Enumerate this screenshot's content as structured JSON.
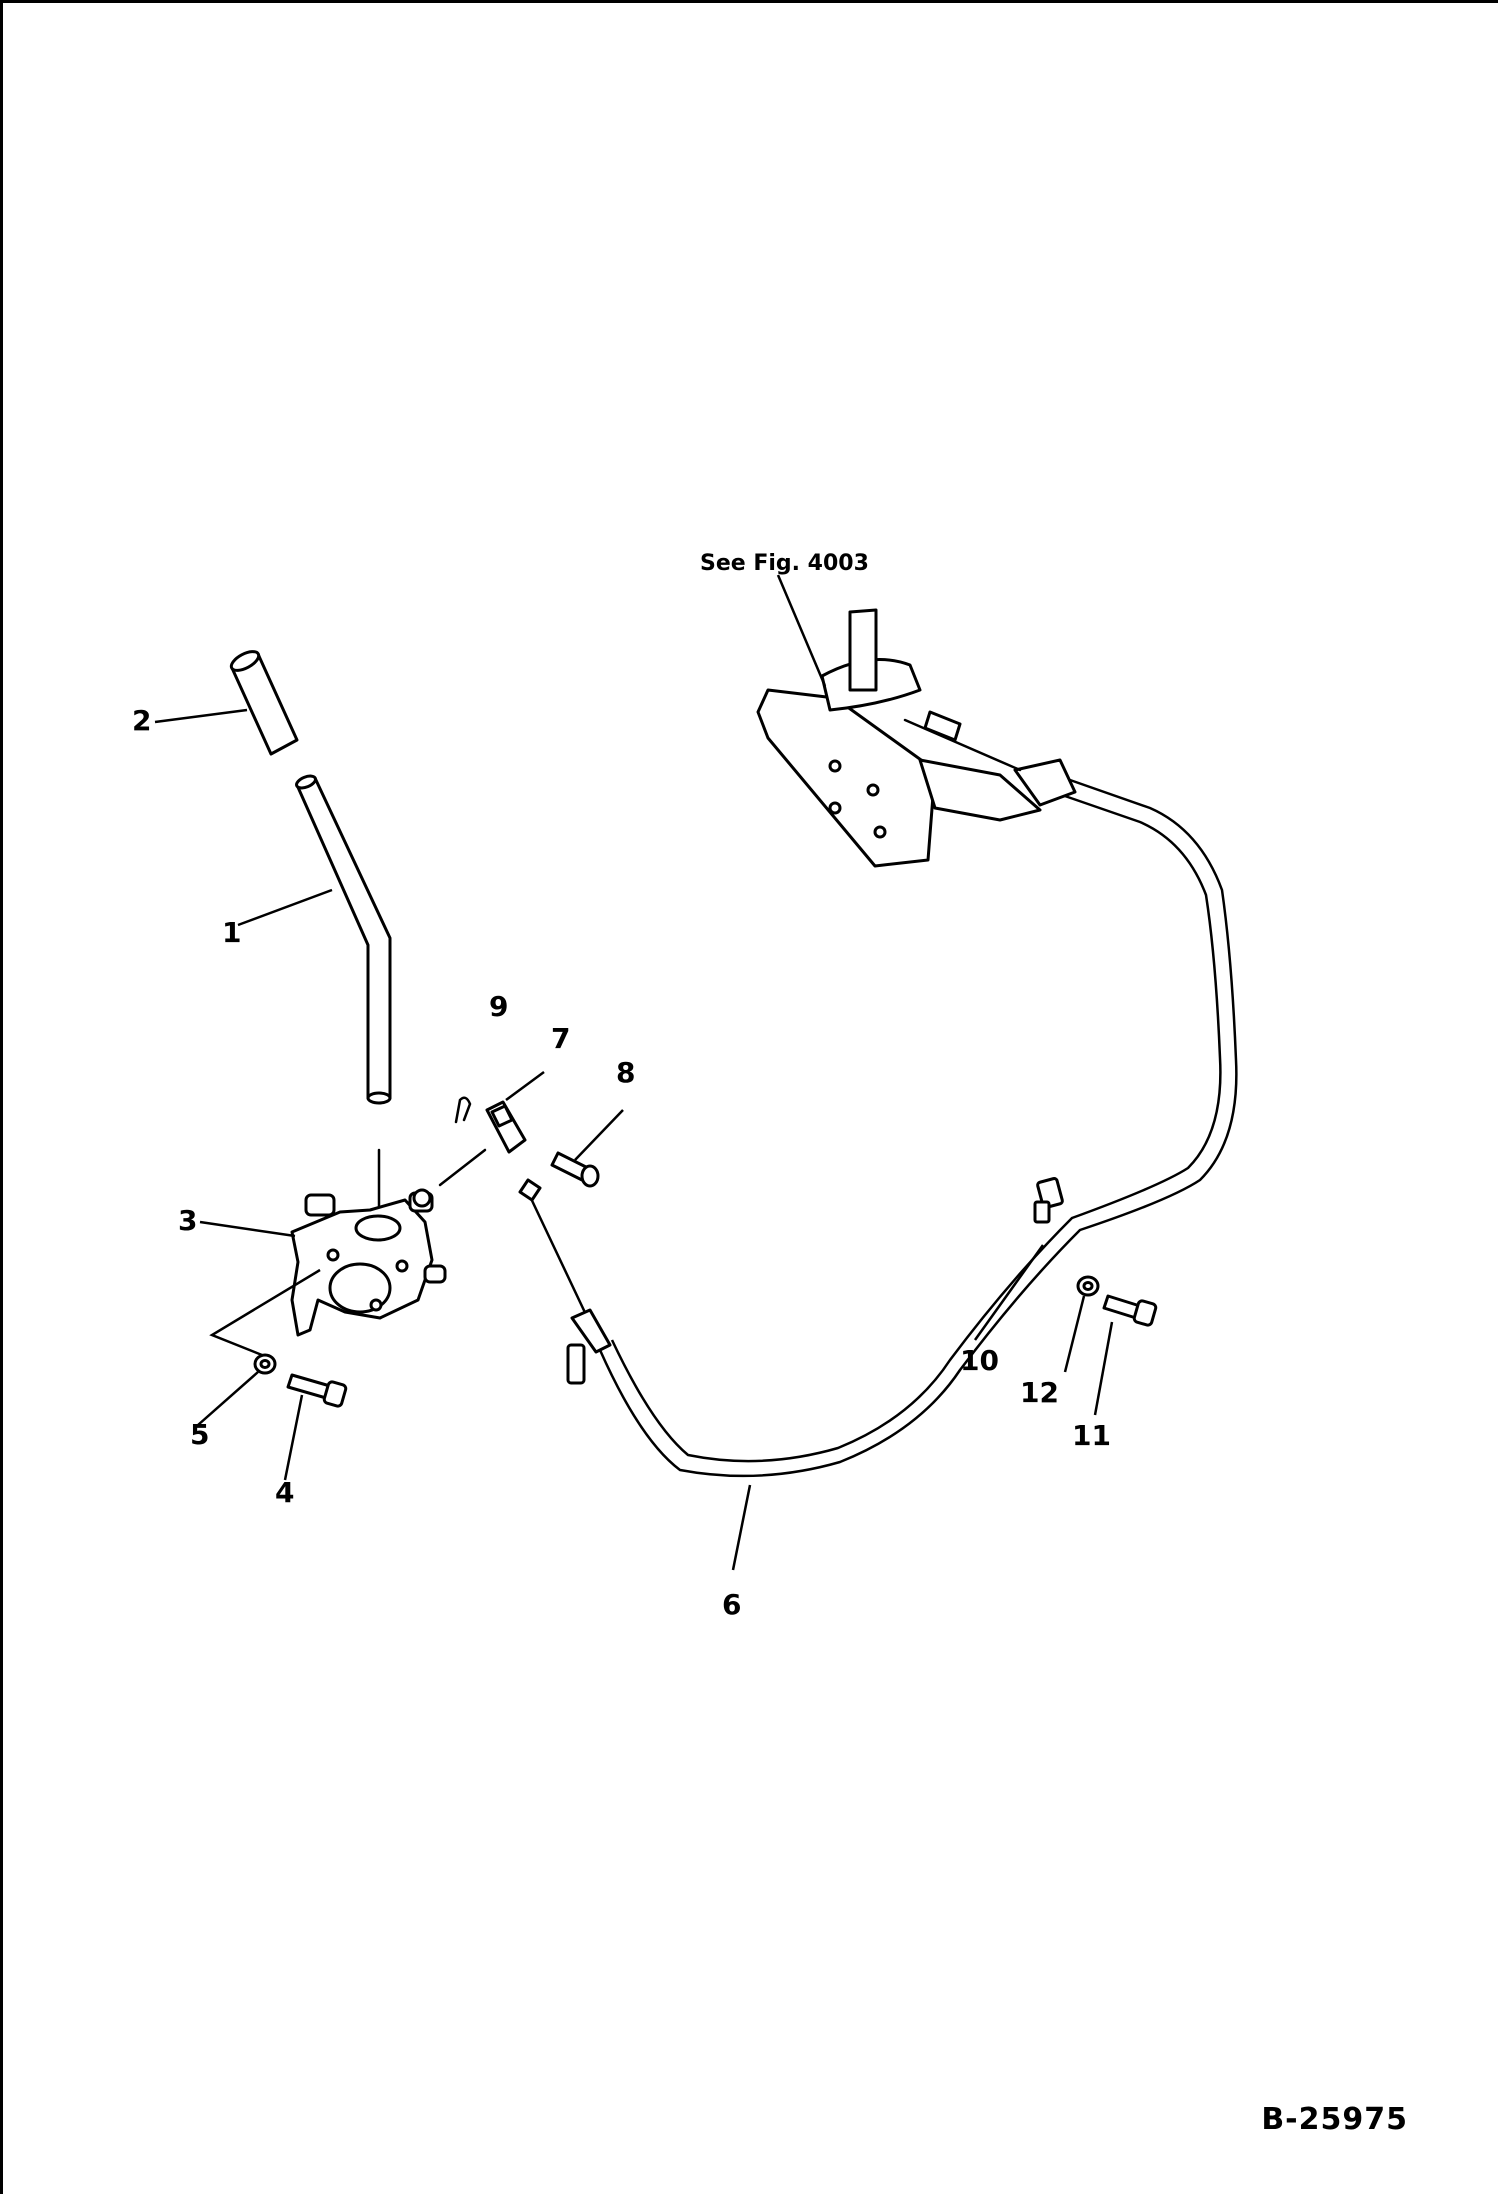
{
  "figure": {
    "reference_note": "See Fig. 4003",
    "document_id": "B-25975"
  },
  "callouts": [
    {
      "id": "1",
      "text": "1"
    },
    {
      "id": "2",
      "text": "2"
    },
    {
      "id": "3",
      "text": "3"
    },
    {
      "id": "4",
      "text": "4"
    },
    {
      "id": "5",
      "text": "5"
    },
    {
      "id": "6",
      "text": "6"
    },
    {
      "id": "7",
      "text": "7"
    },
    {
      "id": "8",
      "text": "8"
    },
    {
      "id": "9",
      "text": "9"
    },
    {
      "id": "10",
      "text": "10"
    },
    {
      "id": "11",
      "text": "11"
    },
    {
      "id": "12",
      "text": "12"
    }
  ]
}
